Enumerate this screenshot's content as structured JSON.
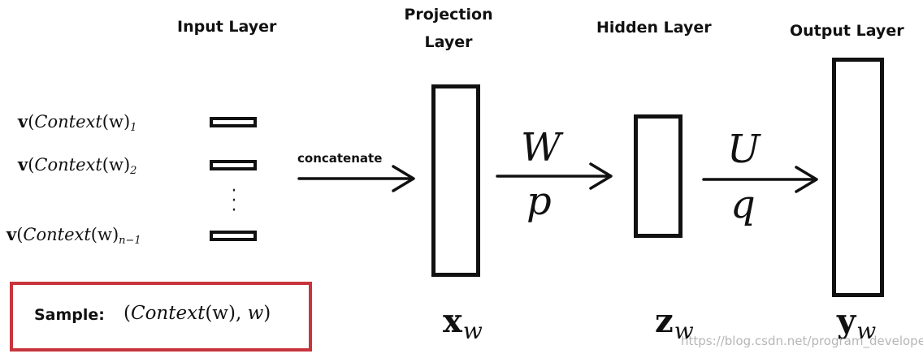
{
  "headers": {
    "input": "Input  Layer",
    "projection_line1": "Projection",
    "projection_line2": "Layer",
    "hidden": "Hidden Layer",
    "output": "Output Layer"
  },
  "contexts": [
    {
      "v": "v",
      "body": "Context",
      "w": "(w)",
      "sub": "1"
    },
    {
      "v": "v",
      "body": "Context",
      "w": "(w)",
      "sub": "2"
    },
    {
      "v": "v",
      "body": "Context",
      "w": "(w)",
      "sub": "n−1"
    }
  ],
  "ellipsis": "⋮",
  "arrows": {
    "concat_label": "concatenate",
    "w_top": "W",
    "w_bottom": "p",
    "u_top": "U",
    "u_bottom": "q"
  },
  "vectors": {
    "x": {
      "base": "x",
      "sub": "w"
    },
    "z": {
      "base": "z",
      "sub": "w"
    },
    "y": {
      "base": "y",
      "sub": "w"
    }
  },
  "sample": {
    "label": "Sample:",
    "value_open": "(",
    "value_ctx": "Context",
    "value_mid": "(w), ",
    "value_w": "w",
    "value_close": ")"
  },
  "watermark": "https://blog.csdn.net/program_developer",
  "colors": {
    "ink": "#111111",
    "sample_border": "#c8343c",
    "watermark": "#b6b6b6"
  }
}
